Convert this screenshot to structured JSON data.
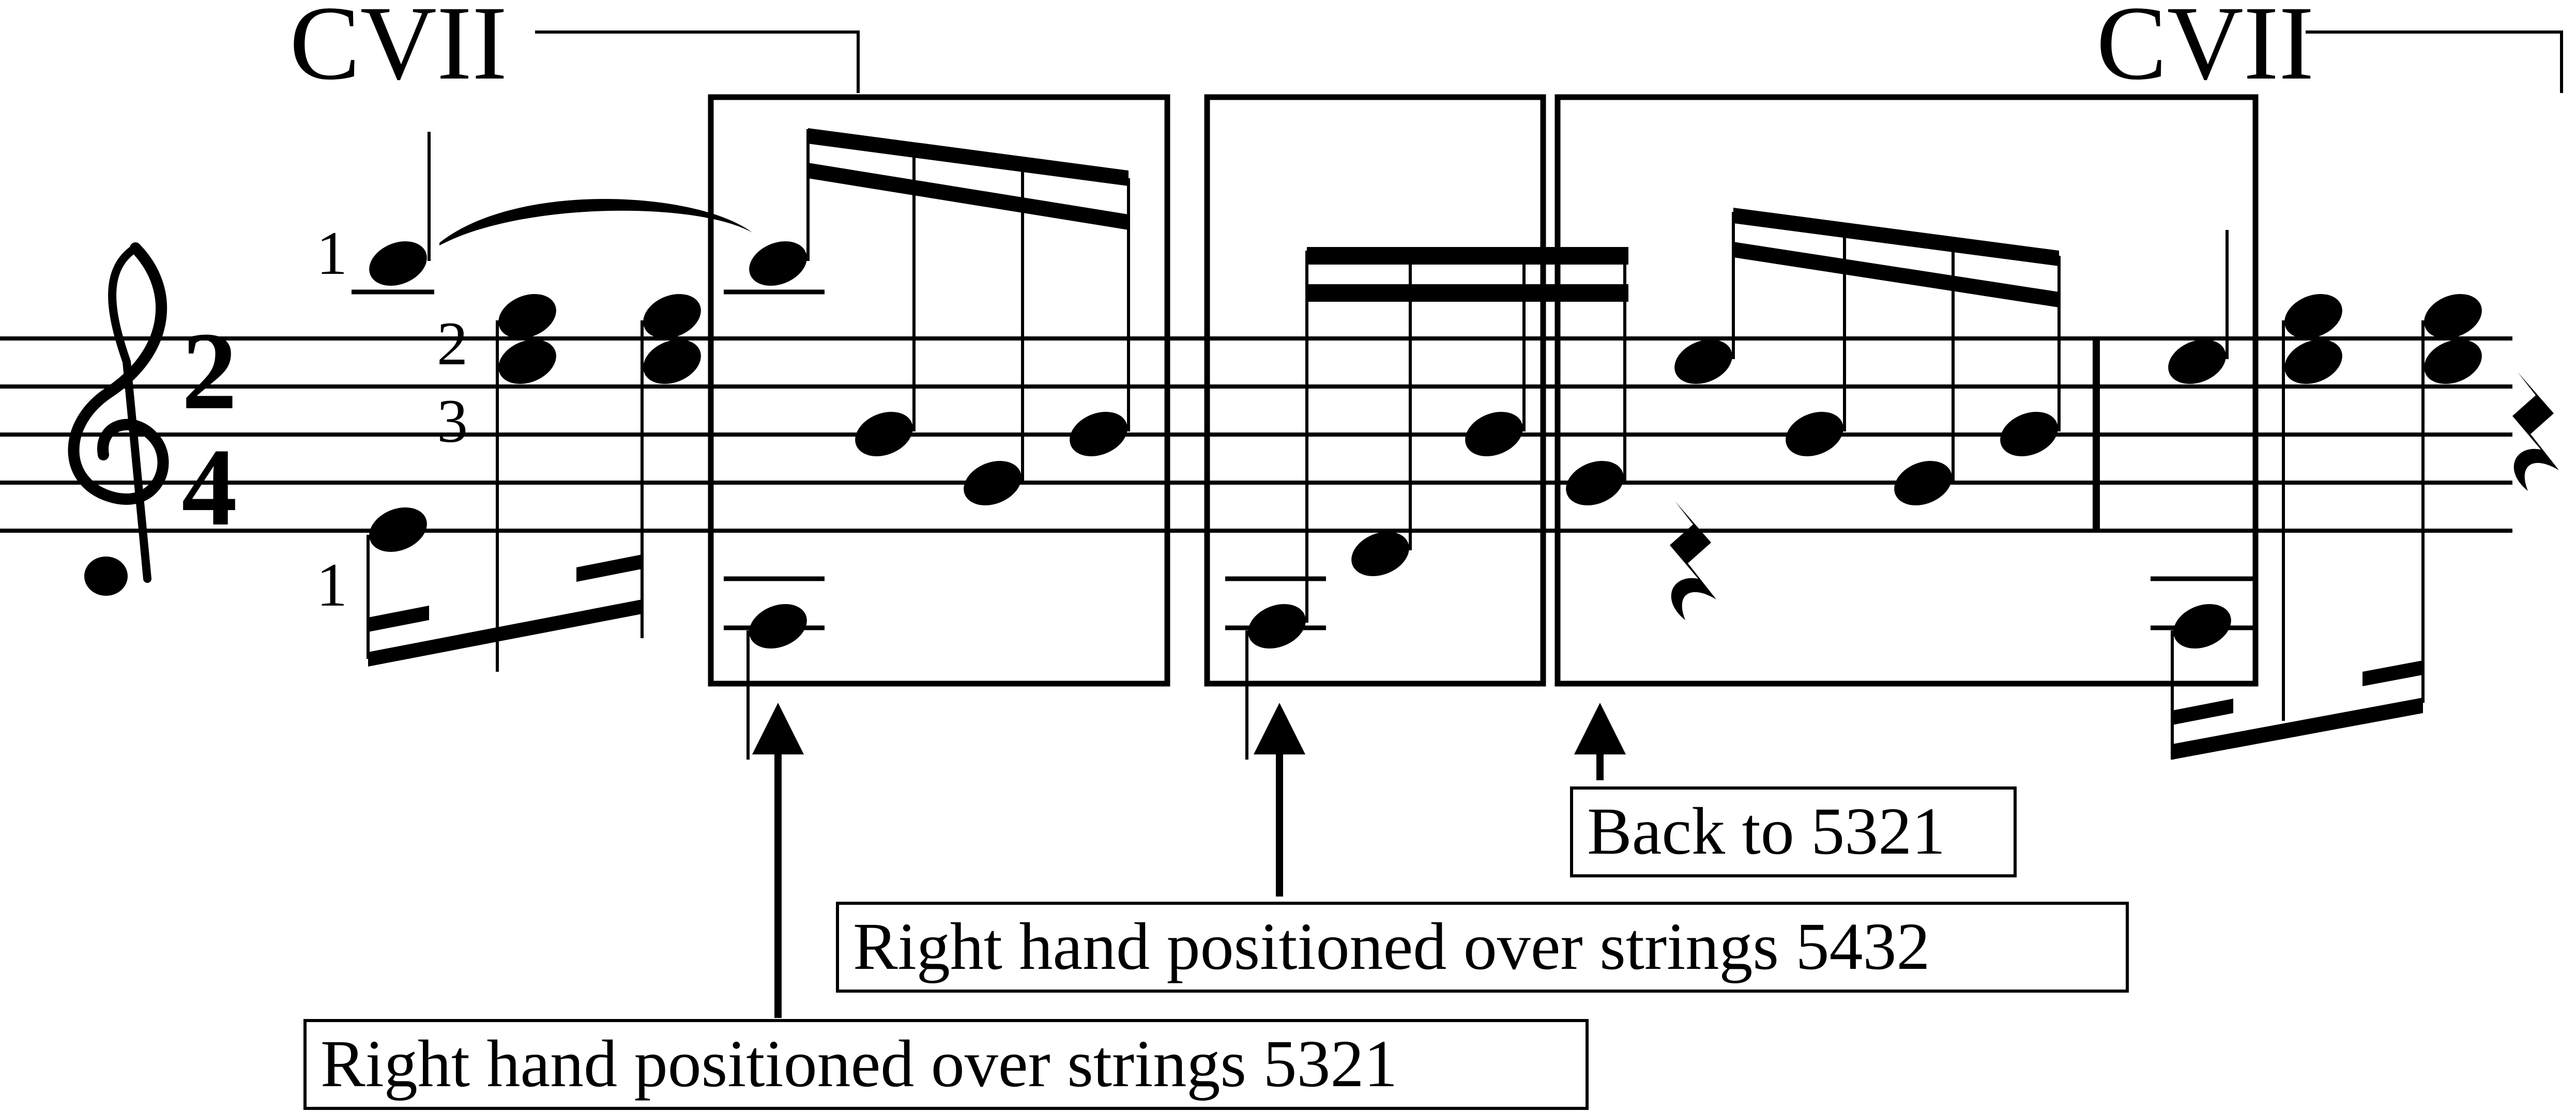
{
  "barre_markings": [
    {
      "label": "CVII"
    },
    {
      "label": "CVII"
    }
  ],
  "time_signature": {
    "numerator": "2",
    "denominator": "4"
  },
  "fingerings": [
    "1",
    "2",
    "3",
    "1"
  ],
  "callouts": [
    {
      "text": "Right hand positioned over strings 5321"
    },
    {
      "text": "Right hand positioned over strings 5432"
    },
    {
      "text": "Back to 5321"
    }
  ]
}
